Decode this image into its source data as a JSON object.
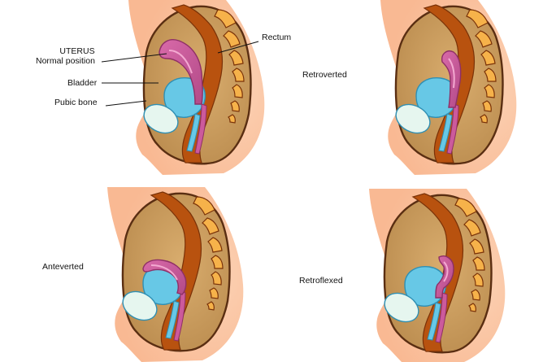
{
  "labels": {
    "uterus": "UTERUS",
    "normal_position": "Normal position",
    "rectum": "Rectum",
    "bladder": "Bladder",
    "pubic_bone": "Pubic bone",
    "retroverted": "Retroverted",
    "anteverted": "Anteverted",
    "retroflexed": "Retroflexed"
  },
  "colors": {
    "skin": "#fbc7a4",
    "pelvic_cavity": "#c99a5a",
    "outline": "#5a2e12",
    "rectum": "#b8520f",
    "spine": "#f6b24a",
    "uterus": "#cc5a9c",
    "bladder": "#67c8e6",
    "pubic_bone": "#e6f6ef"
  },
  "panels": [
    {
      "id": "normal",
      "uterus_position": "normal"
    },
    {
      "id": "retroverted",
      "uterus_position": "retroverted"
    },
    {
      "id": "anteverted",
      "uterus_position": "anteverted"
    },
    {
      "id": "retroflexed",
      "uterus_position": "retroflexed"
    }
  ]
}
